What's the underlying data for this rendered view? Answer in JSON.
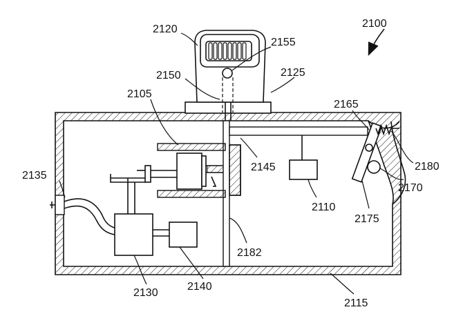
{
  "figure": {
    "number": "2100",
    "labels": {
      "2120": "2120",
      "2155": "2155",
      "2150": "2150",
      "2125": "2125",
      "2105": "2105",
      "2165": "2165",
      "2135": "2135",
      "2145": "2145",
      "2180": "2180",
      "2170": "2170",
      "2110": "2110",
      "2175": "2175",
      "2182": "2182",
      "2130": "2130",
      "2140": "2140",
      "2115": "2115"
    }
  }
}
